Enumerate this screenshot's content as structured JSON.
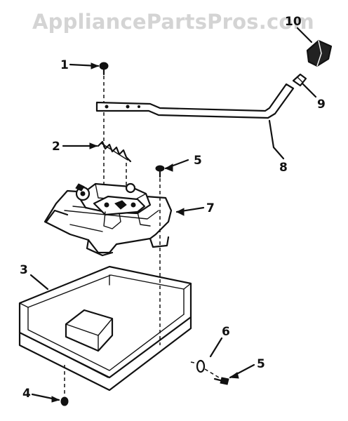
{
  "watermark": "AppliancePartsPros.com",
  "callouts": {
    "c1": "1",
    "c2": "2",
    "c3": "3",
    "c4": "4",
    "c5a": "5",
    "c5b": "5",
    "c6": "6",
    "c7": "7",
    "c8": "8",
    "c9": "9",
    "c10": "10"
  }
}
